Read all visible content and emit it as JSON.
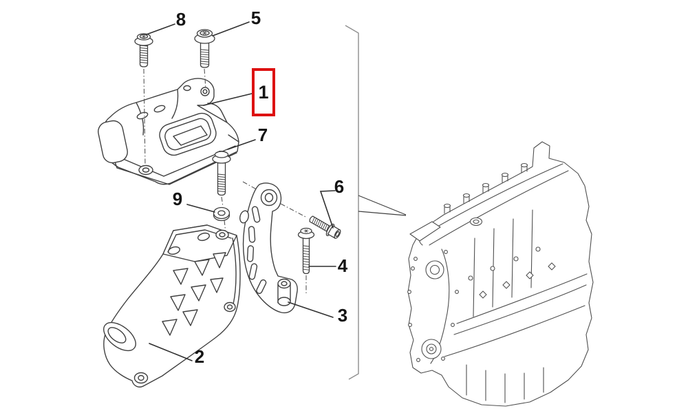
{
  "diagram": {
    "type": "exploded-parts-diagram",
    "background_color": "#ffffff",
    "line_color": "#3f3f3f",
    "highlight_color": "#dd1111",
    "callouts": [
      {
        "label": "8",
        "part": "flanged-bolt",
        "highlighted": false
      },
      {
        "label": "5",
        "part": "flanged-bolt",
        "highlighted": false
      },
      {
        "label": "1",
        "part": "engine-mount",
        "highlighted": true
      },
      {
        "label": "7",
        "part": "flanged-bolt",
        "highlighted": false
      },
      {
        "label": "9",
        "part": "washer",
        "highlighted": false
      },
      {
        "label": "6",
        "part": "flanged-bolt",
        "highlighted": false
      },
      {
        "label": "4",
        "part": "flanged-bolt",
        "highlighted": false
      },
      {
        "label": "3",
        "part": "curved-bracket",
        "highlighted": false
      },
      {
        "label": "2",
        "part": "support-bracket",
        "highlighted": false
      }
    ],
    "reference_illustration": "engine-assembly"
  }
}
